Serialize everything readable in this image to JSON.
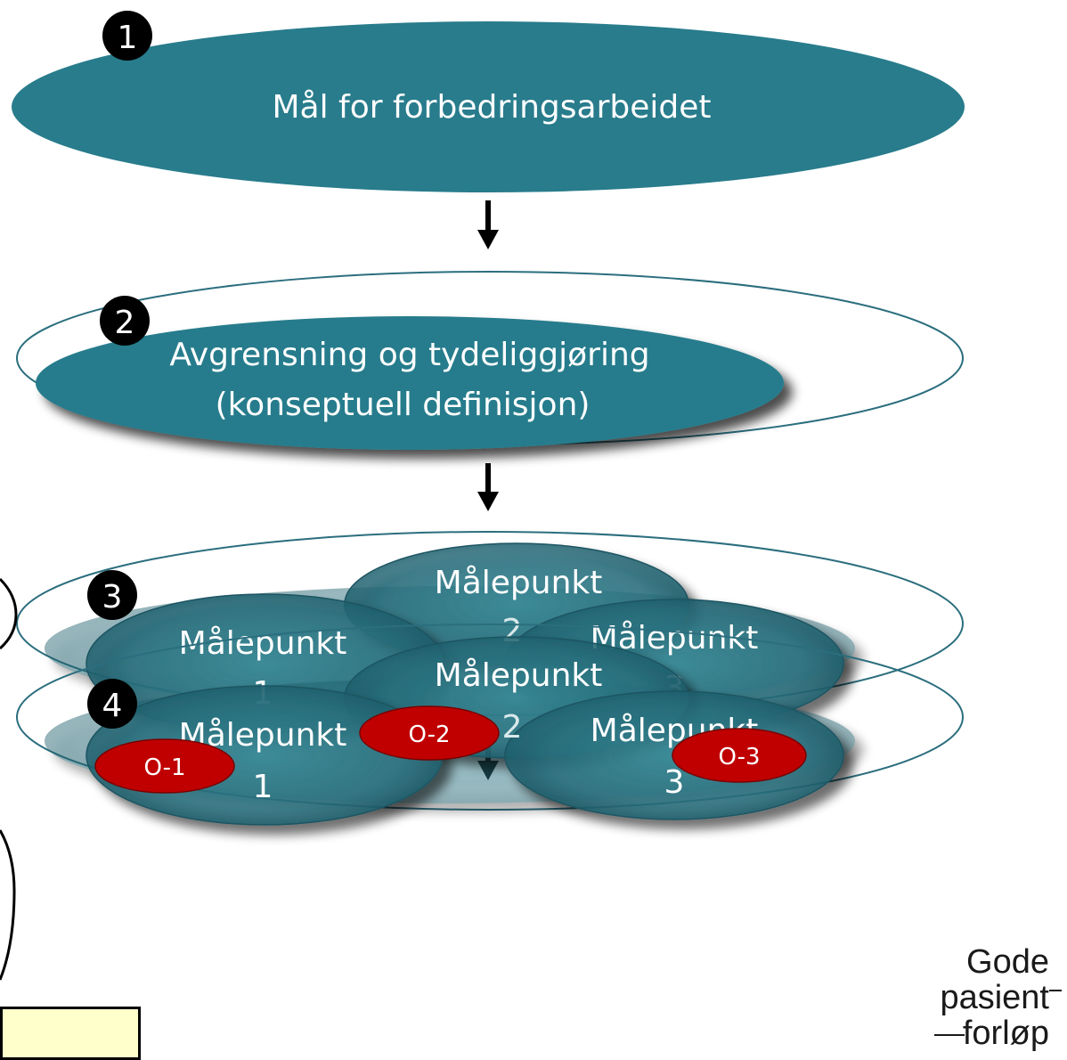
{
  "colors": {
    "teal": "#287c8c",
    "teal_dark": "#1f6a78",
    "outline": "#2b6e7e",
    "red": "#c00000",
    "badge": "#000000"
  },
  "step1": {
    "badge": "1",
    "title": "Mål for forbedringsarbeidet"
  },
  "step2": {
    "badge": "2",
    "line1": "Avgrensning og tydeliggjøring",
    "line2": "(konseptuell definisjon)"
  },
  "step3": {
    "badge": "3",
    "points": [
      {
        "line1": "Målepunkt",
        "line2": "1"
      },
      {
        "line1": "Målepunkt",
        "line2": "2"
      },
      {
        "line1": "Målepunkt",
        "line2": "3"
      }
    ]
  },
  "step4": {
    "badge": "4",
    "points": [
      {
        "line1": "Målepunkt",
        "line2": "1"
      },
      {
        "line1": "Målepunkt",
        "line2": "2"
      },
      {
        "line1": "Målepunkt",
        "line2": "3"
      }
    ],
    "markers": [
      "O-1",
      "O-2",
      "O-3"
    ]
  },
  "logo": {
    "line1": "Gode",
    "line2": "pasient",
    "line3": "forløp"
  }
}
